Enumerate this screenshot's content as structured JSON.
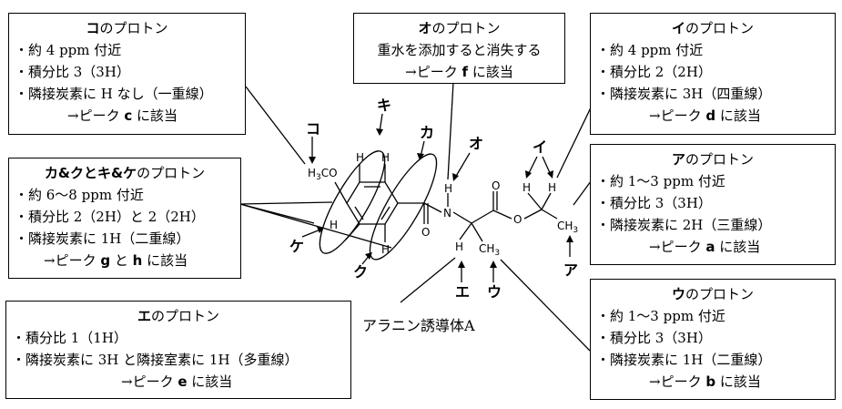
{
  "boxes": {
    "ko": {
      "title_label": "コ",
      "title_suffix": "のプロトン",
      "lines": [
        "・約 4 ppm 付近",
        "・積分比 3（3H）",
        "・隣接炭素に H なし（一重線）"
      ],
      "peak_prefix": "→ピーク ",
      "peak": "c",
      "peak_suffix": " に該当"
    },
    "o": {
      "title_label": "オ",
      "title_suffix": "のプロトン",
      "lines": [
        "重水を添加すると消失する"
      ],
      "peak_prefix": "→ピーク ",
      "peak": "f",
      "peak_suffix": " に該当"
    },
    "i": {
      "title_label": "イ",
      "title_suffix": "のプロトン",
      "lines": [
        "・約 4 ppm 付近",
        "・積分比 2（2H）",
        "・隣接炭素に 3H（四重線）"
      ],
      "peak_prefix": "→ピーク ",
      "peak": "d",
      "peak_suffix": " に該当"
    },
    "kaku": {
      "title_label": "カ&クとキ&ケ",
      "title_suffix": "のプロトン",
      "lines": [
        "・約 6～8 ppm 付近",
        "・積分比 2（2H）と 2（2H）",
        "・隣接炭素に 1H（二重線）"
      ],
      "peak_prefix": "→ピーク ",
      "peak": "g",
      "peak_mid": " と ",
      "peak2": "h",
      "peak_suffix": " に該当"
    },
    "a": {
      "title_label": "ア",
      "title_suffix": "のプロトン",
      "lines": [
        "・約 1～3 ppm 付近",
        "・積分比 3（3H）",
        "・隣接炭素に 2H（三重線）"
      ],
      "peak_prefix": "→ピーク ",
      "peak": "a",
      "peak_suffix": " に該当"
    },
    "e": {
      "title_label": "エ",
      "title_suffix": "のプロトン",
      "lines": [
        "・積分比 1（1H）",
        "・隣接炭素に 3H と隣接室素に 1H（多重線）"
      ],
      "peak_prefix": "→ピーク ",
      "peak": "e",
      "peak_suffix": " に該当"
    },
    "u": {
      "title_label": "ウ",
      "title_suffix": "のプロトン",
      "lines": [
        "・約 1～3 ppm 付近",
        "・積分比 3（3H）",
        "・隣接炭素に 1H（二重線）"
      ],
      "peak_prefix": "→ピーク ",
      "peak": "b",
      "peak_suffix": " に該当"
    }
  },
  "labels": {
    "ko": "コ",
    "ki": "キ",
    "ka": "カ",
    "o": "オ",
    "i": "イ",
    "ke": "ケ",
    "ku": "ク",
    "a": "ア",
    "e": "エ",
    "u": "ウ"
  },
  "atoms": {
    "h3co": "H3CO",
    "h": "H",
    "n": "N",
    "o": "O",
    "ch3": "CH3"
  },
  "caption": "アラニン誘導体A"
}
